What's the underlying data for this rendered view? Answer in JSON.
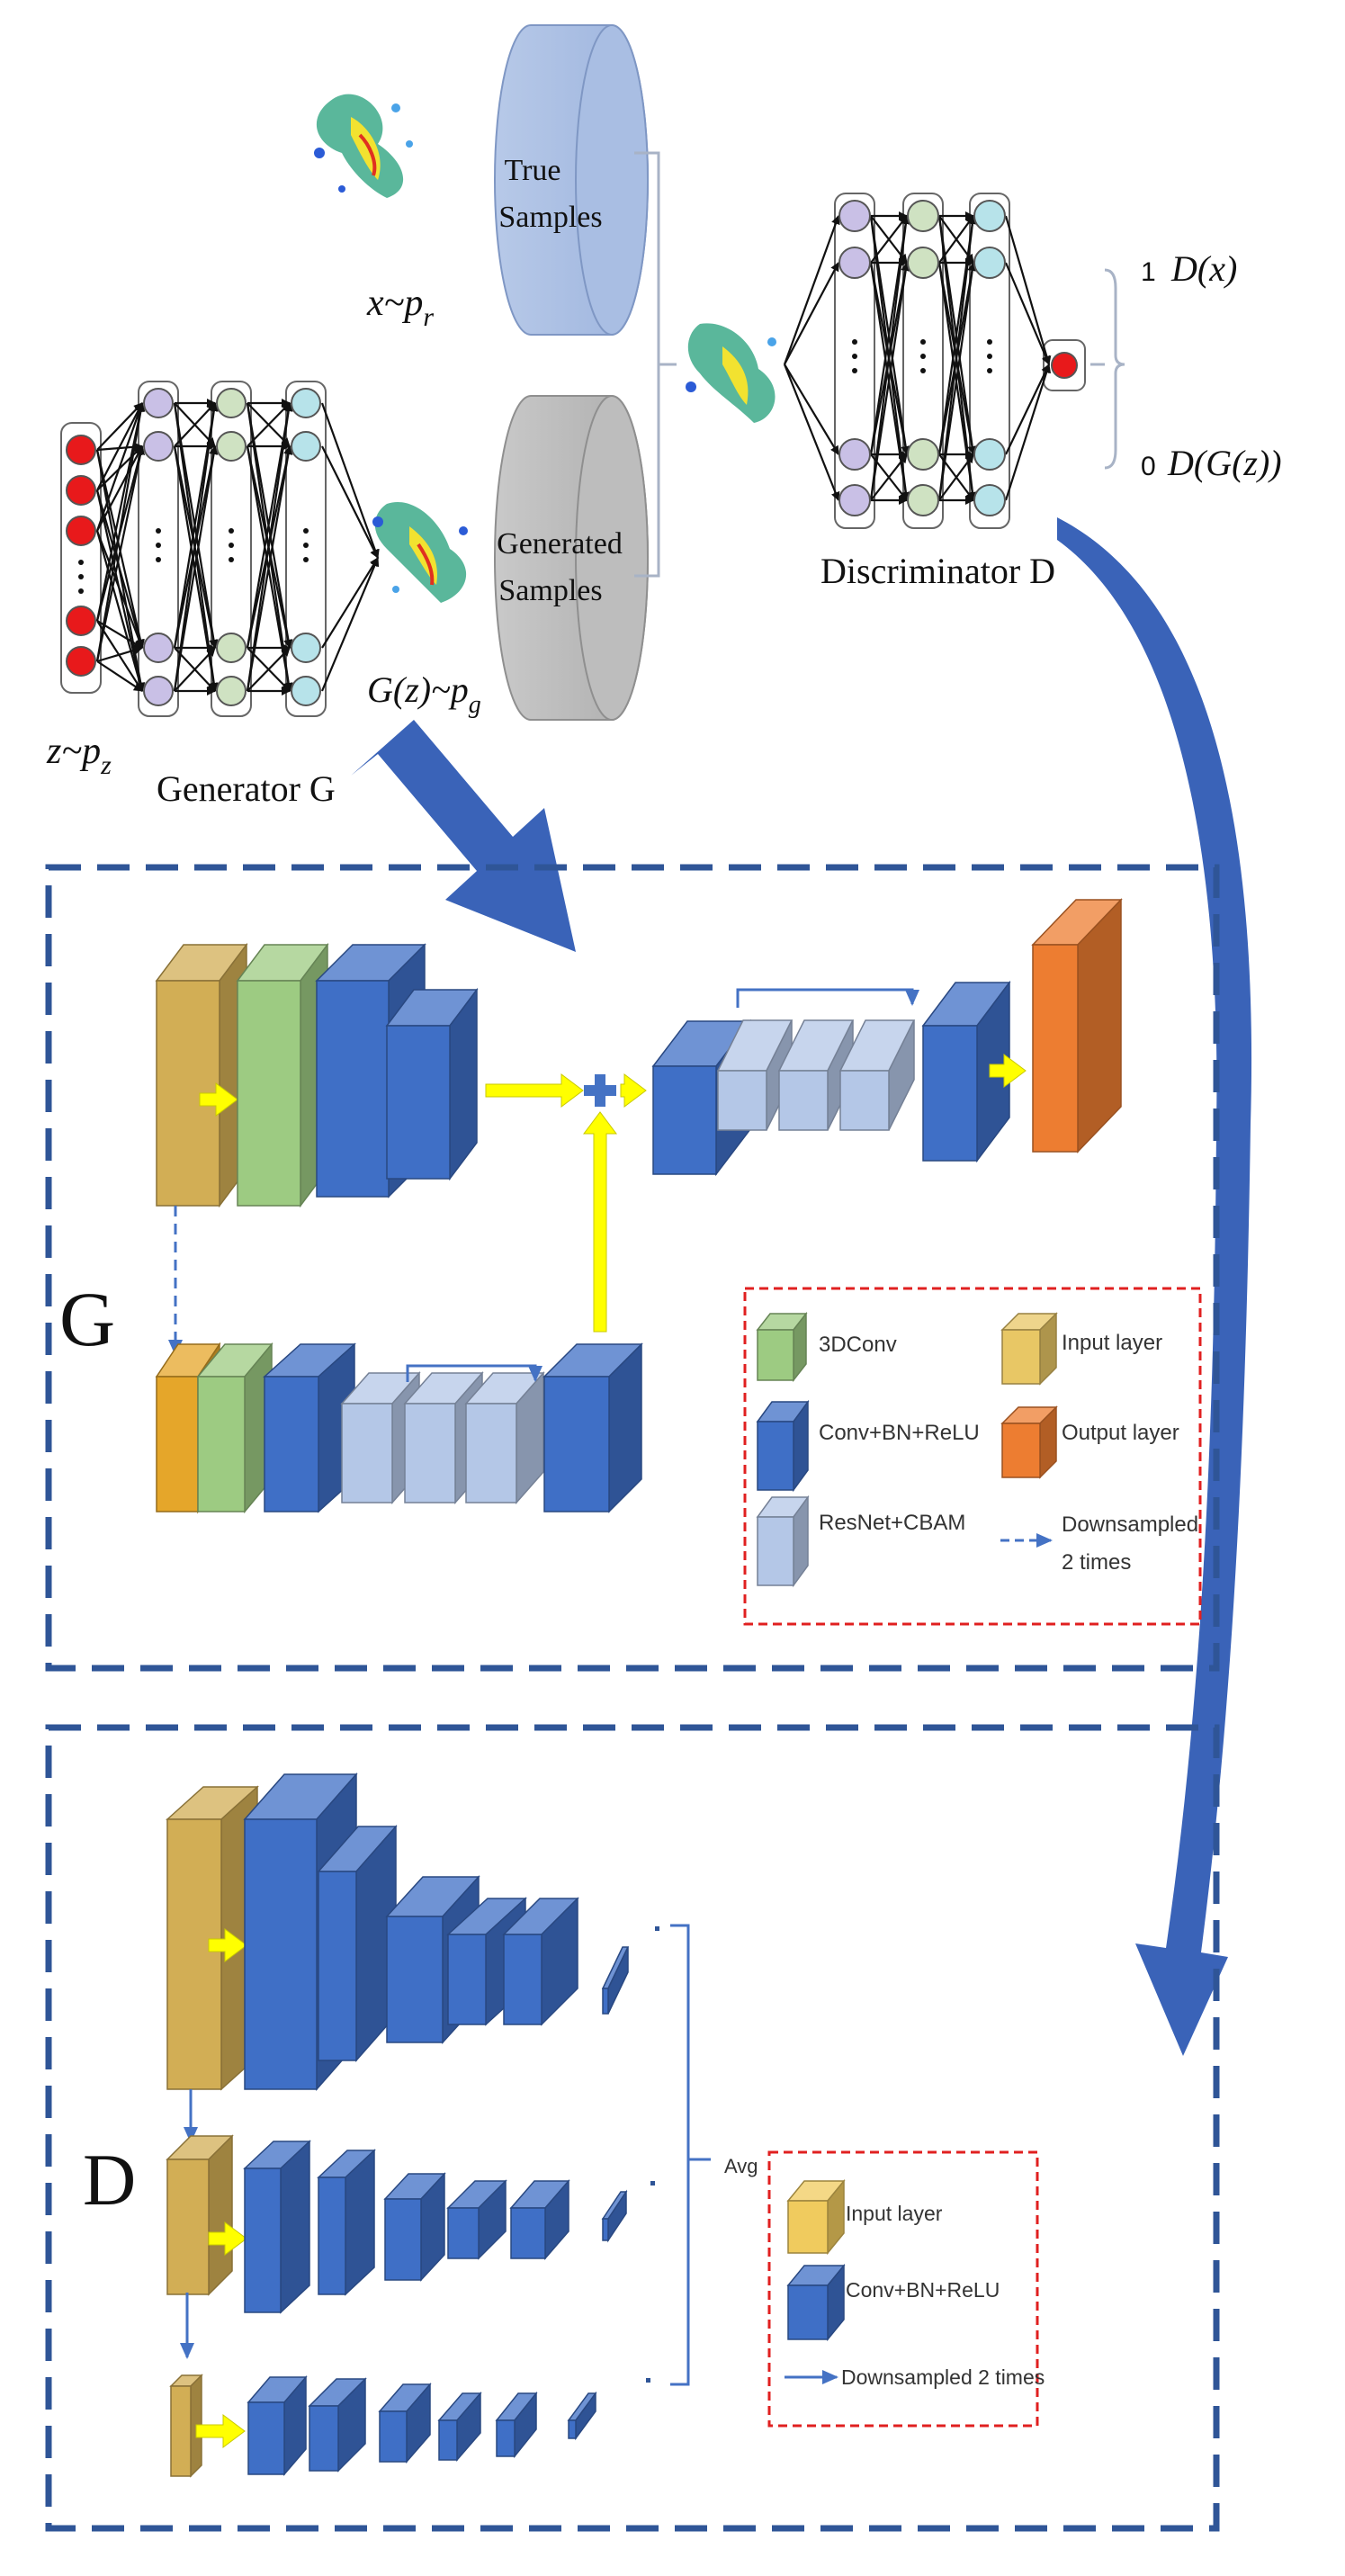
{
  "top": {
    "true_samples": [
      "True",
      "Samples"
    ],
    "generated_samples": [
      "Generated",
      "Samples"
    ],
    "x_dist": {
      "base": "x~p",
      "sub": "r"
    },
    "z_dist": {
      "base": "z~p",
      "sub": "z"
    },
    "g_dist": {
      "base": "G(z)~p",
      "sub": "g"
    },
    "generator_label": "Generator G",
    "discriminator_label": "Discriminator D",
    "out_real_value": "1",
    "out_real_label": "D(x)",
    "out_fake_value": "0",
    "out_fake_label": "D(G(z))",
    "dots": "·\n·\n·"
  },
  "g_panel": {
    "letter": "G",
    "legend": {
      "conv3d": "3DConv",
      "conv_bn_relu": "Conv+BN+ReLU",
      "resnet_cbam": "ResNet+CBAM",
      "input_layer": "Input layer",
      "output_layer": "Output layer",
      "downsampled": [
        "Downsampled",
        "2 times"
      ]
    }
  },
  "d_panel": {
    "letter": "D",
    "avg_label": "Avg",
    "legend": {
      "input_layer": "Input layer",
      "conv_bn_relu": "Conv+BN+ReLU",
      "downsampled": "Downsampled 2 times"
    }
  },
  "colors": {
    "input": "#D2AE55",
    "conv3d": "#9DCB82",
    "conv": "#3F6FC6",
    "resnet": "#B4C7E7",
    "output": "#ED7D31",
    "arrow_yellow": "#FFFF00",
    "big_arrow": "#3A63B8",
    "frame": "#2F5597",
    "legend_frame": "#E02020",
    "node_red": "#E8191B",
    "node_purple": "#C9C0E6",
    "node_green": "#CFE2C2",
    "node_cyan": "#B7E3EA"
  }
}
